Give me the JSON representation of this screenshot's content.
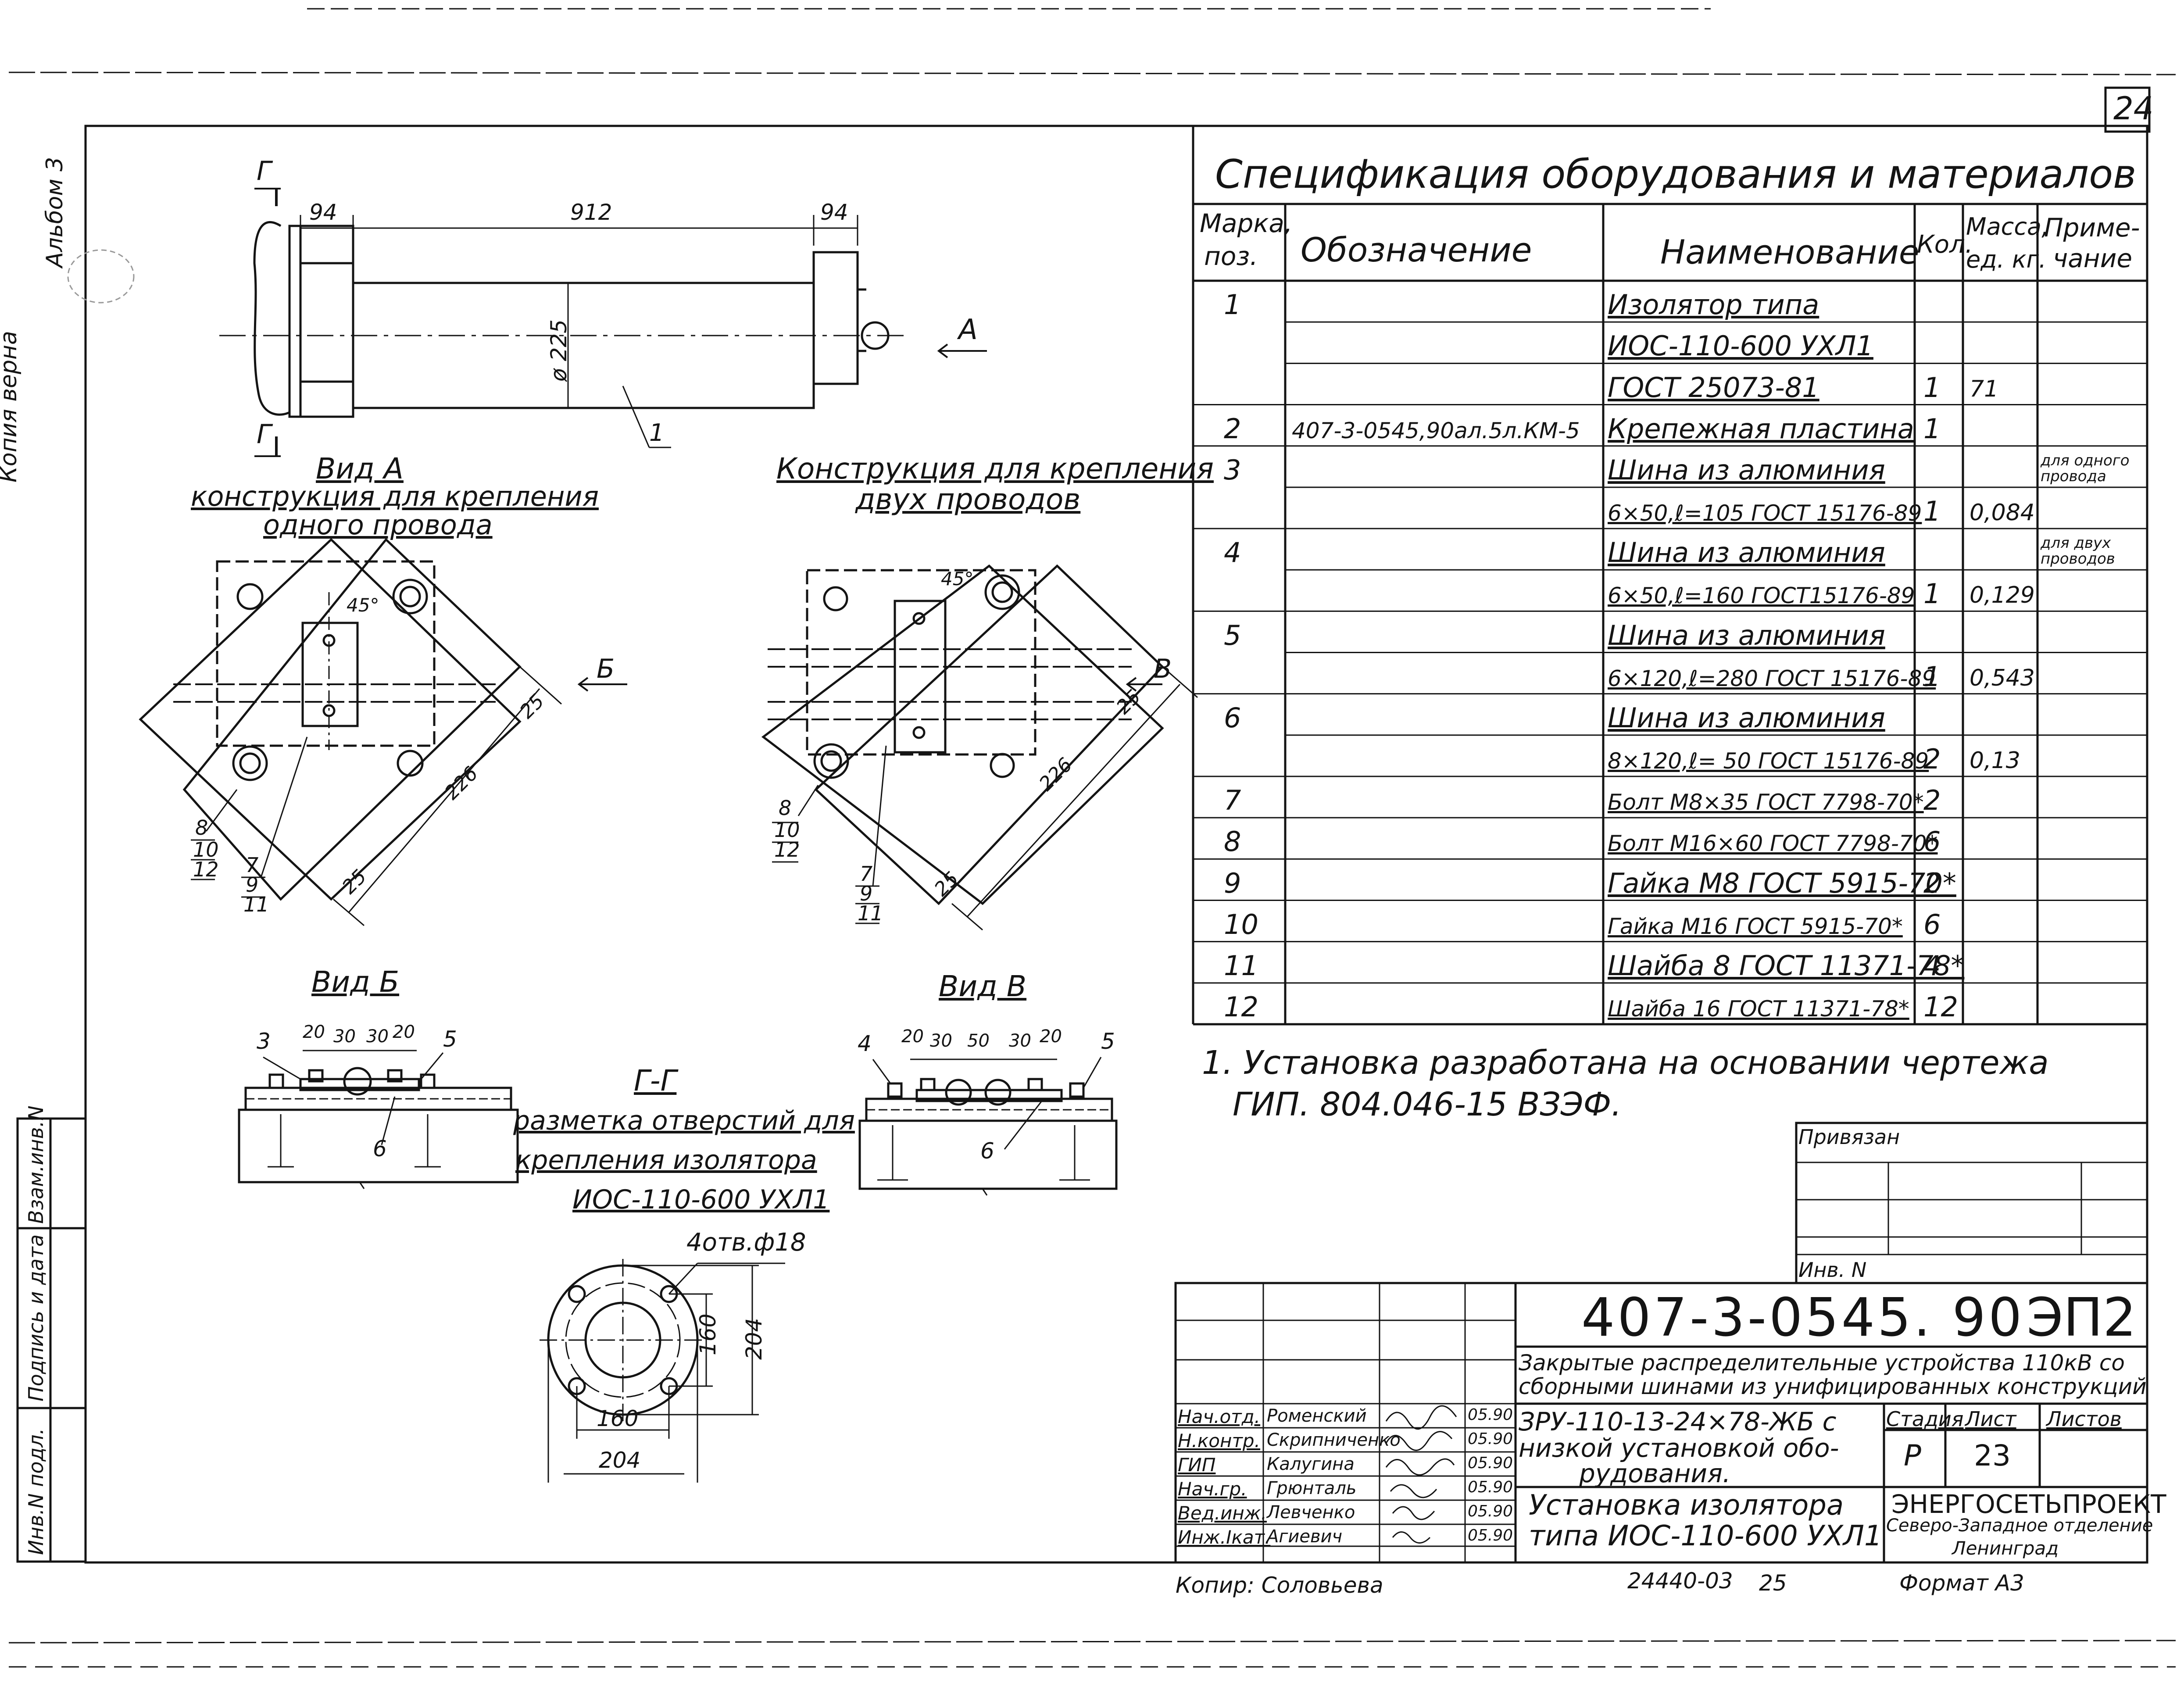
{
  "sheet": {
    "page_number": "24",
    "album_stamp": "Альбом 3",
    "side_text": "Копия верна"
  },
  "spec": {
    "title": "Спецификация оборудования и материалов",
    "headers": {
      "pos": [
        "Марка,",
        "поз."
      ],
      "oboz": "Обозначение",
      "name": "Наименование",
      "qty": "Кол.",
      "mass": [
        "Масса,",
        "ед. кг."
      ],
      "note": [
        "Приме-",
        "чание"
      ]
    },
    "rows": [
      {
        "pos": "1",
        "oboz": "",
        "name": "Изолятор типа",
        "qty": "",
        "mass": "",
        "note": ""
      },
      {
        "pos": "",
        "oboz": "",
        "name": "ИОС-110-600 УХЛ1",
        "qty": "",
        "mass": "",
        "note": ""
      },
      {
        "pos": "",
        "oboz": "",
        "name": "ГОСТ 25073-81",
        "qty": "1",
        "mass": "71",
        "note": ""
      },
      {
        "pos": "2",
        "oboz": "407-3-0545,90ал.5л.КМ-5",
        "name": "Крепежная пластина",
        "qty": "1",
        "mass": "",
        "note": ""
      },
      {
        "pos": "3",
        "oboz": "",
        "name": "Шина из алюминия",
        "qty": "",
        "mass": "",
        "note": "для одного провода"
      },
      {
        "pos": "",
        "oboz": "",
        "name": "6×50,ℓ=105 ГОСТ 15176-89",
        "qty": "1",
        "mass": "0,084",
        "note": ""
      },
      {
        "pos": "4",
        "oboz": "",
        "name": "Шина из алюминия",
        "qty": "",
        "mass": "",
        "note": "для двух проводов"
      },
      {
        "pos": "",
        "oboz": "",
        "name": "6×50,ℓ=160 ГОСТ15176-89",
        "qty": "1",
        "mass": "0,129",
        "note": ""
      },
      {
        "pos": "5",
        "oboz": "",
        "name": "Шина из алюминия",
        "qty": "",
        "mass": "",
        "note": ""
      },
      {
        "pos": "",
        "oboz": "",
        "name": "6×120,ℓ=280 ГОСТ 15176-89",
        "qty": "1",
        "mass": "0,543",
        "note": ""
      },
      {
        "pos": "6",
        "oboz": "",
        "name": "Шина из алюминия",
        "qty": "",
        "mass": "",
        "note": ""
      },
      {
        "pos": "",
        "oboz": "",
        "name": "8×120,ℓ= 50 ГОСТ 15176-89",
        "qty": "2",
        "mass": "0,13",
        "note": ""
      },
      {
        "pos": "7",
        "oboz": "",
        "name": "Болт М8×35 ГОСТ 7798-70*",
        "qty": "2",
        "mass": "",
        "note": ""
      },
      {
        "pos": "8",
        "oboz": "",
        "name": "Болт М16×60 ГОСТ 7798-70*",
        "qty": "6",
        "mass": "",
        "note": ""
      },
      {
        "pos": "9",
        "oboz": "",
        "name": "Гайка М8 ГОСТ 5915-70*",
        "qty": "2",
        "mass": "",
        "note": ""
      },
      {
        "pos": "10",
        "oboz": "",
        "name": "Гайка М16 ГОСТ 5915-70*",
        "qty": "6",
        "mass": "",
        "note": ""
      },
      {
        "pos": "11",
        "oboz": "",
        "name": "Шайба 8 ГОСТ 11371-78*",
        "qty": "4",
        "mass": "",
        "note": ""
      },
      {
        "pos": "12",
        "oboz": "",
        "name": "Шайба 16 ГОСТ 11371-78*",
        "qty": "12",
        "mass": "",
        "note": ""
      }
    ]
  },
  "notes": {
    "line1": "1. Установка разработана на основании чертежа",
    "line2": "ГИП. 804.046-15 ВЗЭФ."
  },
  "views": {
    "main": {
      "dim_left": "94",
      "dim_mid": "912",
      "dim_right": "94",
      "dim_dia": "ø 225",
      "section_mark": "Г",
      "view_arrow": "А",
      "leader": "1"
    },
    "view_a": {
      "title": "Вид А",
      "subtitle1": "конструкция для крепления",
      "subtitle2": "одного провода",
      "angle": "45°",
      "dim_25a": "25",
      "dim_226": "226",
      "dim_25b": "25",
      "arrow_b": "Б",
      "refs_left": [
        "8",
        "10",
        "12"
      ],
      "refs_right": [
        "7",
        "9",
        "11"
      ]
    },
    "view_two": {
      "title1": "Конструкция для крепления",
      "title2": "двух проводов",
      "angle": "45°",
      "dim_25a": "25",
      "dim_226": "226",
      "dim_25b": "25",
      "arrow_v": "В",
      "refs_left": [
        "8",
        "10",
        "12"
      ],
      "refs_right": [
        "7",
        "9",
        "11"
      ]
    },
    "view_b": {
      "title": "Вид Б",
      "dims": [
        "20",
        "30",
        "30",
        "20"
      ],
      "ref_left": "3",
      "ref_right": "5",
      "ref_bottom": "6"
    },
    "view_v": {
      "title": "Вид В",
      "dims": [
        "20",
        "30",
        "50",
        "30",
        "20"
      ],
      "ref_left": "4",
      "ref_right": "5",
      "ref_bottom": "6"
    },
    "section_gg": {
      "title": "Г-Г",
      "sub1": "разметка отверстий для",
      "sub2": "крепления изолятора",
      "sub3": "ИОС-110-600 УХЛ1",
      "holes": "4отв.ф18",
      "dim_160v": "160",
      "dim_204v": "204",
      "dim_160h": "160",
      "dim_204h": "204"
    }
  },
  "stamp": {
    "privyazan": "Привязан",
    "inv_n": "Инв. N",
    "code": "407-3-0545. 90",
    "sheet_code": "ЭП2",
    "desc1": "Закрытые распределительные устройства 110кВ со",
    "desc2": "сборными шинами из унифицированных конструкций",
    "desc3": "ЗРУ-110-13-24×78-ЖБ с",
    "desc4": "низкой установкой обо-",
    "desc5": "рудования.",
    "desc6": "Установка изолятора",
    "desc7": "типа ИОС-110-600 УХЛ1",
    "stadia_label": "Стадия",
    "list_label": "Лист",
    "listov_label": "Листов",
    "stadia": "Р",
    "list": "23",
    "org1": "ЭНЕРГОСЕТЬПРОЕКТ",
    "org2": "Северо-Западное отделение",
    "org3": "Ленинград",
    "people": [
      {
        "role": "Нач.отд.",
        "name": "Роменский",
        "date": "05.90"
      },
      {
        "role": "Н.контр.",
        "name": "Скрипниченко",
        "date": "05.90"
      },
      {
        "role": "ГИП",
        "name": "Калугина",
        "date": "05.90"
      },
      {
        "role": "Нач.гр.",
        "name": "Грюнталь",
        "date": "05.90"
      },
      {
        "role": "Вед.инж.",
        "name": "Левченко",
        "date": "05.90"
      },
      {
        "role": "Инж.Iкат.",
        "name": "Агиевич",
        "date": "05.90"
      }
    ],
    "kopir": "Копир: Соловьева",
    "inv_code": "24440-03",
    "inv_sheet": "25",
    "format": "Формат А3"
  },
  "side_columns": {
    "vzam": "Взам.инв.N",
    "podpis": "Подпись и дата",
    "invpodl": "Инв.N подл."
  }
}
